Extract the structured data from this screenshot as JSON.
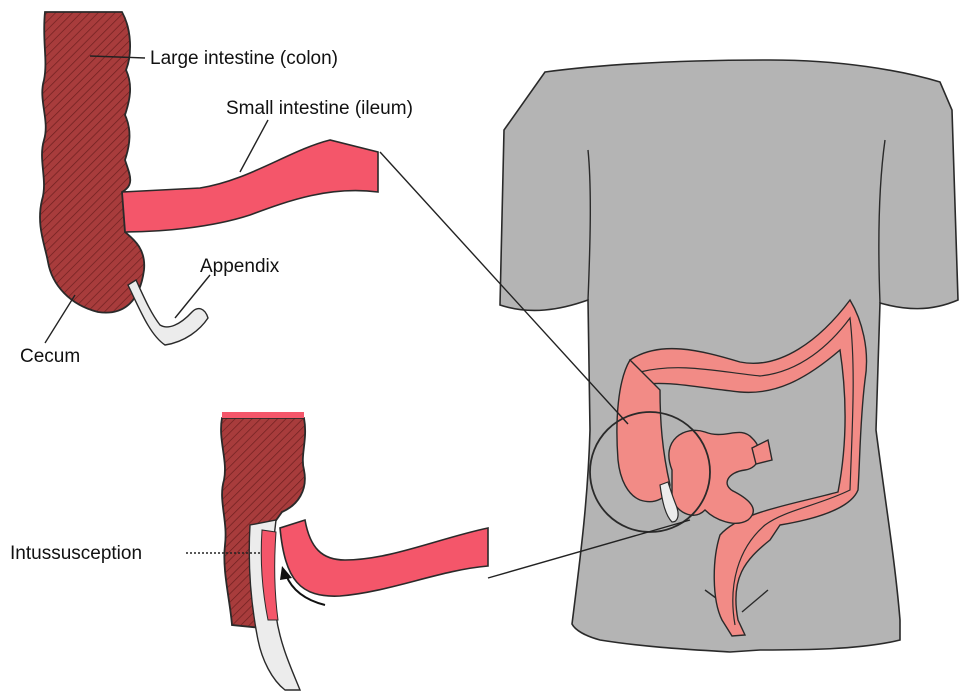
{
  "labels": {
    "large_intestine": "Large intestine (colon)",
    "small_intestine": "Small intestine (ileum)",
    "appendix": "Appendix",
    "cecum": "Cecum",
    "intussusception": "Intussusception"
  },
  "colors": {
    "colon_dark": "#a83c3c",
    "intestine_pink": "#f28b86",
    "ileum_red": "#f4566a",
    "body_gray": "#b4b4b4",
    "outline": "#2a2a2a",
    "appendix_fill": "#ececec"
  }
}
